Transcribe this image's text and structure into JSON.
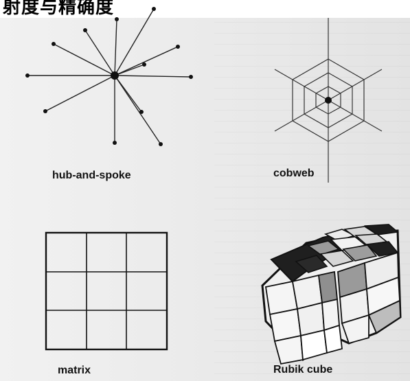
{
  "header": {
    "caption": "射度与精确度"
  },
  "diagrams": {
    "hub_and_spoke": {
      "label": "hub-and-spoke"
    },
    "cobweb": {
      "label": "cobweb"
    },
    "matrix": {
      "label": "matrix"
    },
    "rubik_cube": {
      "label": "Rubik cube"
    }
  }
}
